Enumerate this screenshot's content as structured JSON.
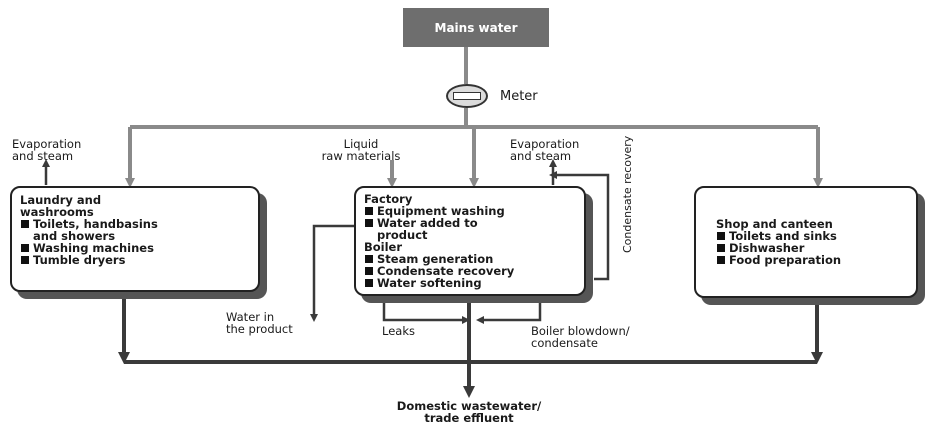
{
  "source": {
    "label": "Mains water"
  },
  "meter": {
    "label": "Meter"
  },
  "annotations": {
    "evap_left": "Evaporation\nand steam",
    "liquid": "Liquid\nraw materials",
    "evap_mid": "Evaporation\nand steam",
    "condensate_recovery": "Condensate recovery",
    "water_in_product": "Water in\nthe product",
    "leaks": "Leaks",
    "boiler_blowdown": "Boiler blowdown/\ncondensate",
    "outflow": "Domestic wastewater/\ntrade effluent"
  },
  "boxes": {
    "laundry": {
      "title": "Laundry and\nwashrooms",
      "items": [
        "Toilets, handbasins\nand showers",
        "Washing machines",
        "Tumble dryers"
      ]
    },
    "factory": {
      "title": "Factory",
      "items": [
        "Equipment washing",
        "Water added to\nproduct"
      ],
      "subtitle": "Boiler",
      "items2": [
        "Steam generation",
        "Condensate recovery",
        "Water softening"
      ]
    },
    "shop": {
      "title": "Shop and canteen",
      "items": [
        "Toilets and sinks",
        "Dishwasher",
        "Food preparation"
      ]
    }
  },
  "colors": {
    "dark_arrow": "#3a3a3a",
    "light_arrow": "#8a8a8a",
    "mains_fill": "#6e6e6e"
  }
}
